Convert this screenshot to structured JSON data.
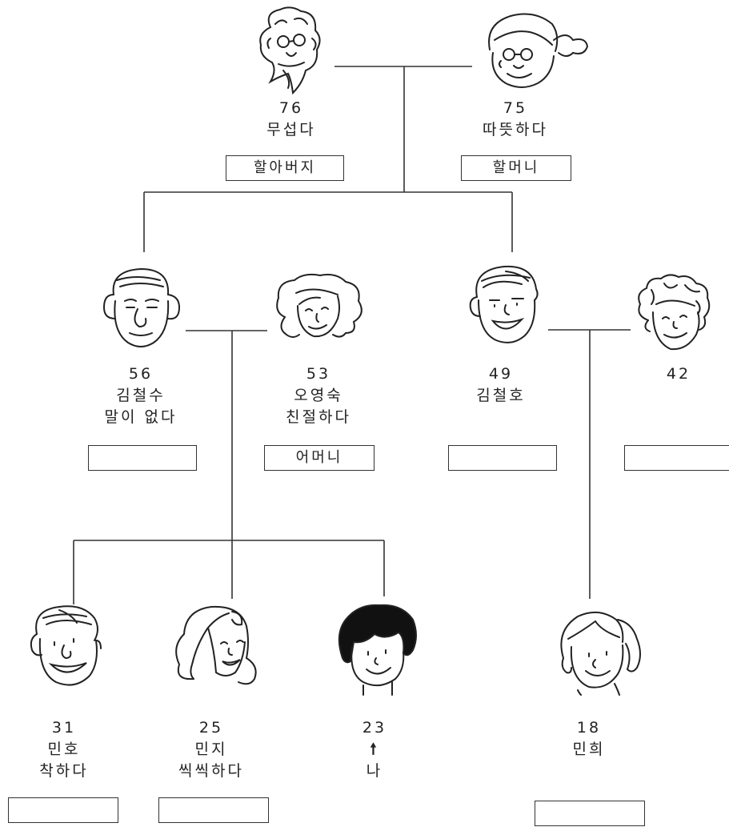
{
  "grandfather": {
    "age": "76",
    "trait": "무섭다",
    "box": "할아버지",
    "face_icon": "grandfather-face-icon"
  },
  "grandmother": {
    "age": "75",
    "trait": "따뜻하다",
    "box": "할머니",
    "face_icon": "grandmother-face-icon"
  },
  "father": {
    "age": "56",
    "name": "김철수",
    "trait": "말이 없다",
    "box": "",
    "face_icon": "father-face-icon"
  },
  "mother": {
    "age": "53",
    "name": "오영숙",
    "trait": "친절하다",
    "box": "어머니",
    "face_icon": "mother-face-icon"
  },
  "uncle": {
    "age": "49",
    "name": "김철호",
    "box": "",
    "face_icon": "uncle-face-icon"
  },
  "aunt": {
    "age": "42",
    "box": "",
    "face_icon": "aunt-face-icon"
  },
  "minho": {
    "age": "31",
    "name": "민호",
    "trait": "착하다",
    "box": "",
    "face_icon": "minho-face-icon"
  },
  "minji": {
    "age": "25",
    "name": "민지",
    "trait": "씩씩하다",
    "box": "",
    "face_icon": "minji-face-icon"
  },
  "me": {
    "age": "23",
    "arrow": "🠕",
    "label": "나",
    "face_icon": "me-face-icon"
  },
  "minhee": {
    "age": "18",
    "name": "민희",
    "box": "",
    "face_icon": "minhee-face-icon"
  },
  "colors": {
    "ink": "#222222",
    "hair_dark": "#111111"
  }
}
